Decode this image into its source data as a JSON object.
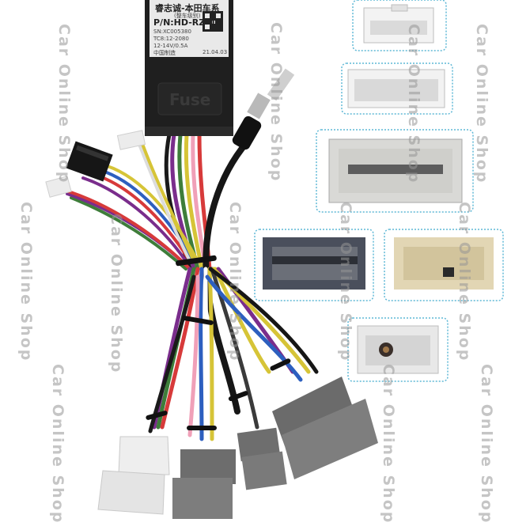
{
  "product": {
    "module_brand": "睿志诚-本田车系",
    "module_note": "(整车级别)",
    "part_number": "P/N:HD-RZ-06",
    "spec_lines": [
      "SN:XC005380",
      "TC8:12-2080",
      "12-14V/0.5A",
      "中国制造"
    ],
    "date_code": "21.04.03",
    "fuse_label": "Fuse"
  },
  "watermark": {
    "text": "Car Online Shop"
  },
  "colors": {
    "module_body": "#1f1f1f",
    "sticker": "#e9e9e9",
    "highlight_box_border": "#5fb8d6",
    "connector_white": "#e6e6e6",
    "connector_gray": "#7d7d7d",
    "connector_dark": "#4a4f5c",
    "connector_beige": "#e2d6b4"
  }
}
